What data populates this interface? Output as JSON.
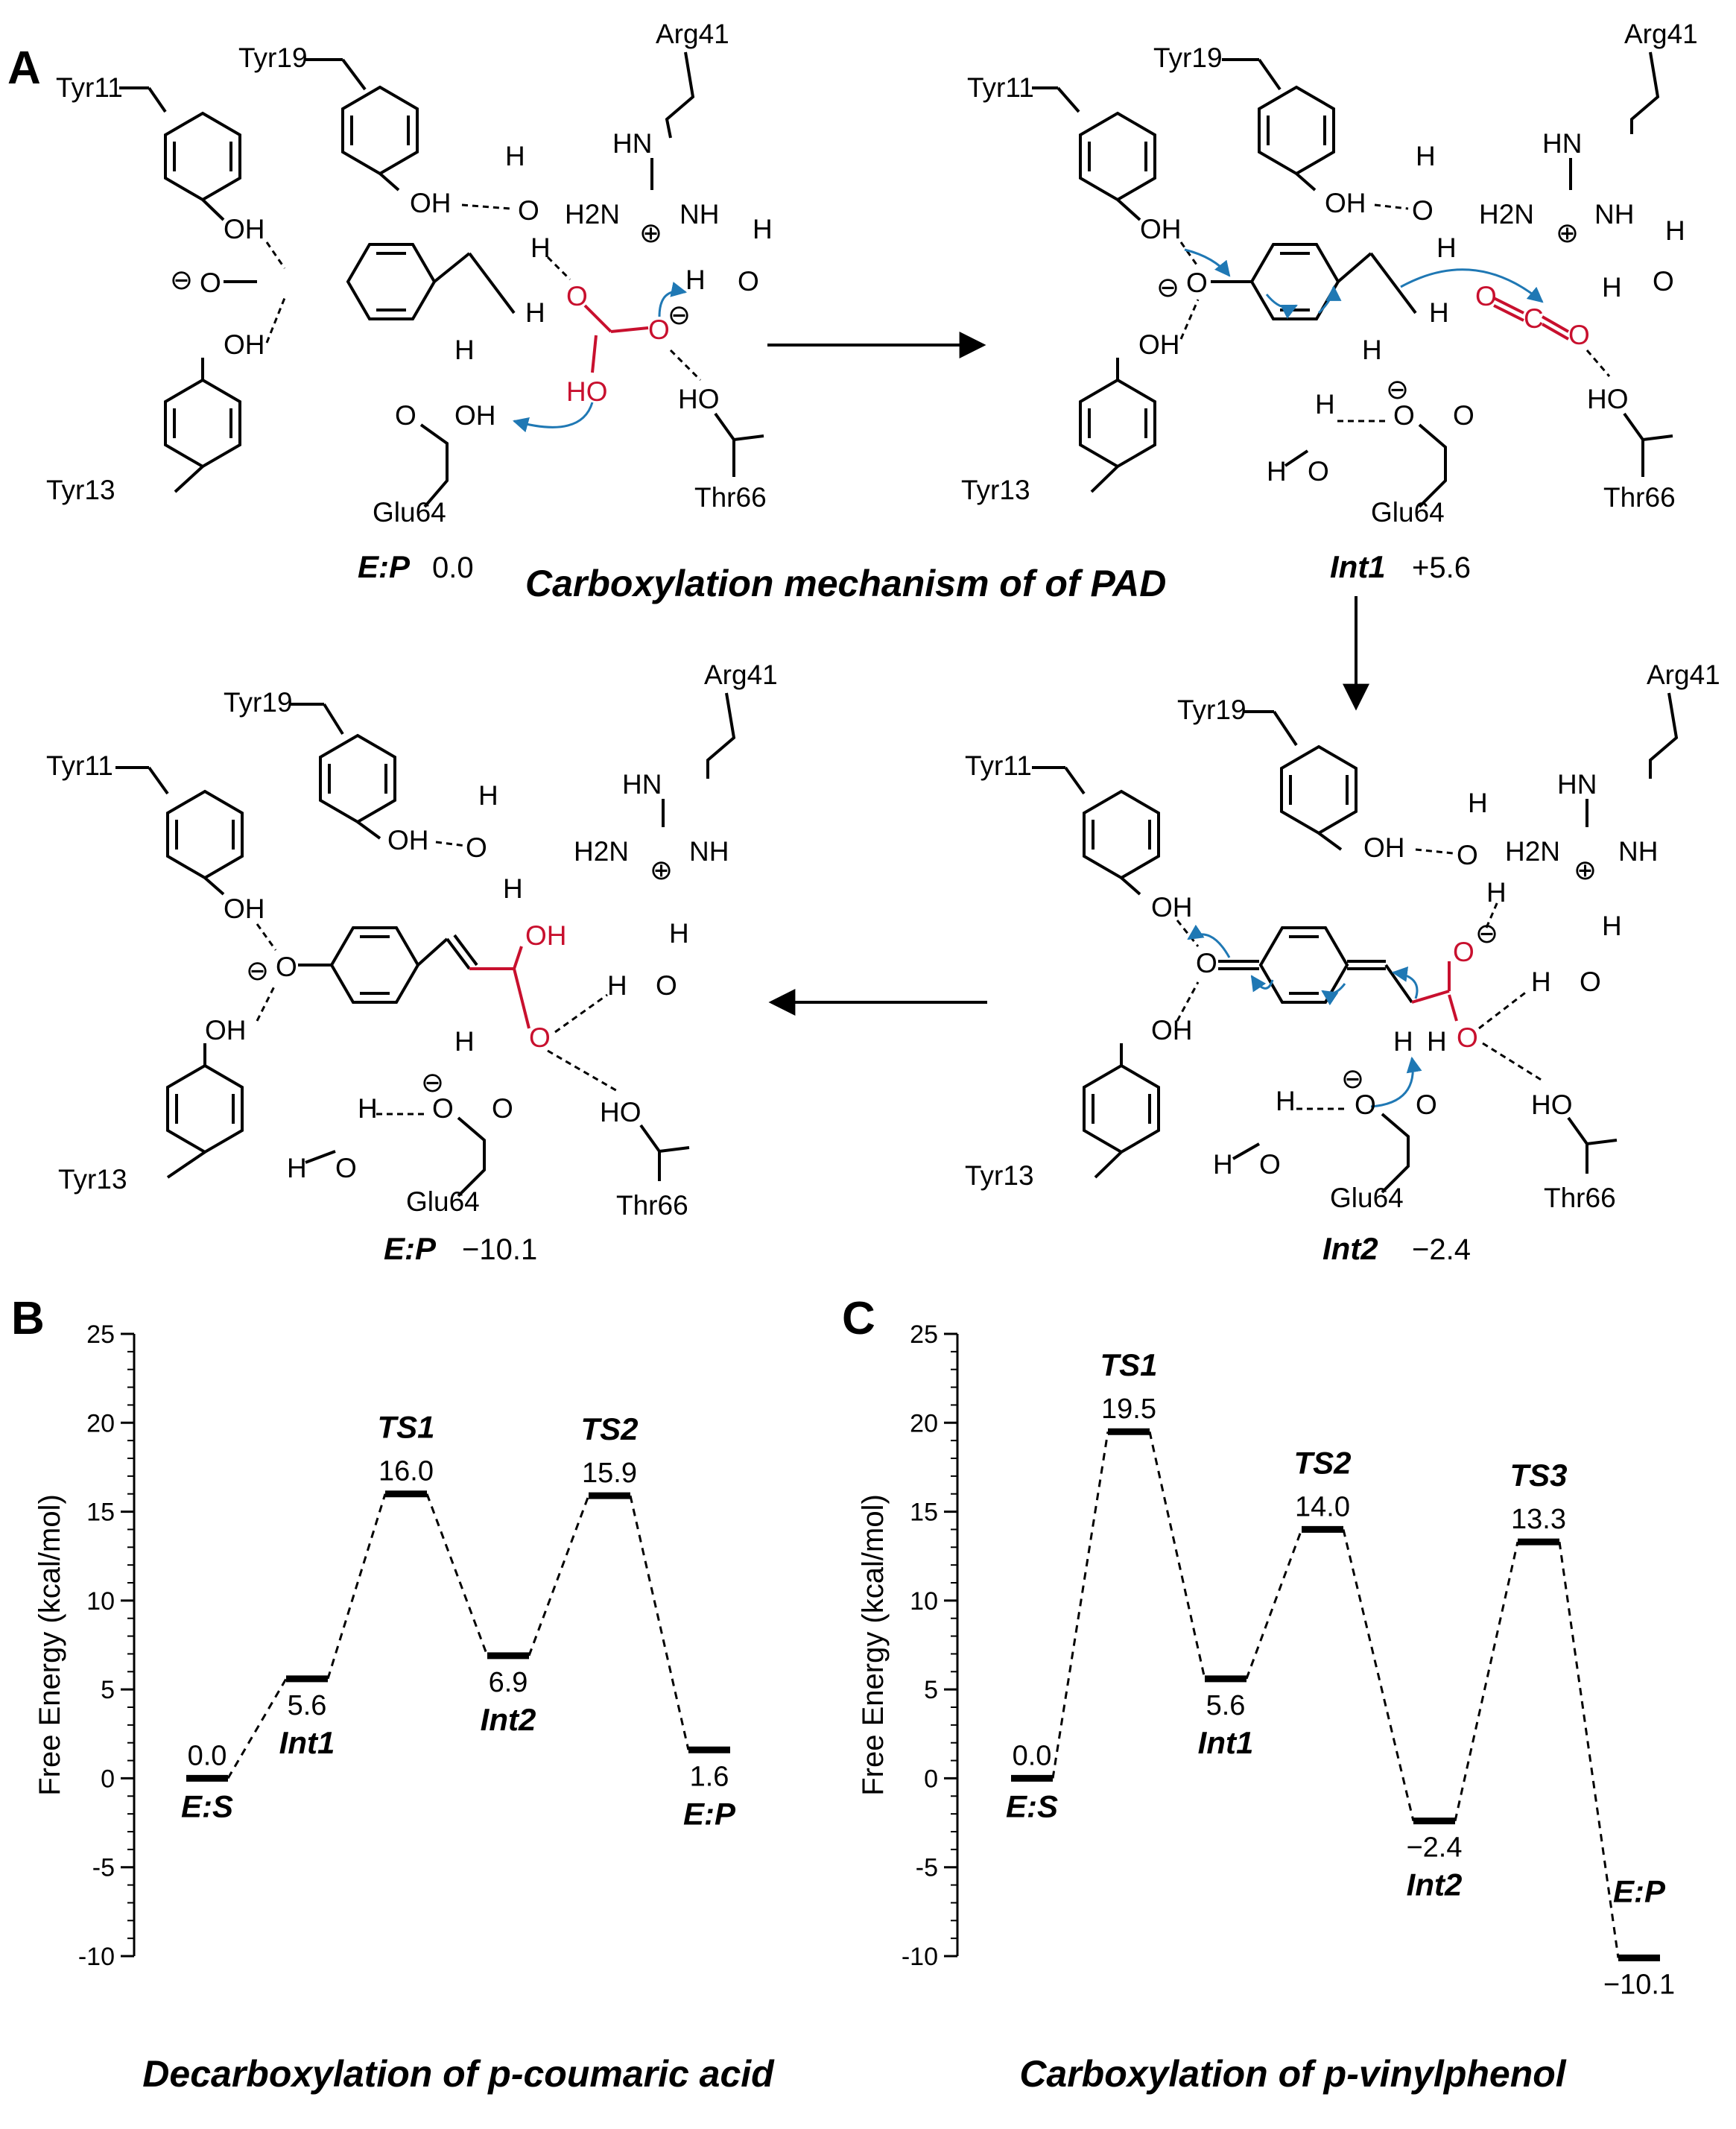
{
  "panels": {
    "a": "A",
    "b": "B",
    "c": "C"
  },
  "scheme": {
    "title": "Carboxylation mechanism of of PAD",
    "states": [
      {
        "name": "E:P",
        "energy": "0.0"
      },
      {
        "name": "Int1",
        "energy": "+5.6"
      },
      {
        "name": "Int2",
        "energy": "−2.4"
      },
      {
        "name": "E:P",
        "energy": "−10.1"
      }
    ],
    "residues": [
      "Tyr11",
      "Tyr13",
      "Tyr19",
      "Arg41",
      "Glu64",
      "Thr66"
    ],
    "atoms": {
      "oh": "OH",
      "o": "O",
      "h": "H",
      "hn": "HN",
      "nh": "NH",
      "h2n": "H2N",
      "ho": "HO",
      "c": "C",
      "plus": "⊕",
      "minus": "⊖"
    }
  },
  "icons": {
    "reaction_arrow": "arrow-icon",
    "curved_arrow": "curved-arrow-icon"
  },
  "colors": {
    "highlight": "#c8102e",
    "electron_arrow": "#1f78b4"
  },
  "chart_data": [
    {
      "type": "line",
      "title": "Decarboxylation of p-coumaric acid",
      "xlabel": "",
      "ylabel": "Free Energy (kcal/mol)",
      "ylim": [
        -10,
        25
      ],
      "yticks": [
        "25",
        "20",
        "15",
        "10",
        "5",
        "0",
        "-5",
        "-10"
      ],
      "grid": false,
      "points": [
        {
          "name": "E:S",
          "value": 0.0,
          "label": "0.0"
        },
        {
          "name": "Int1",
          "value": 5.6,
          "label": "5.6"
        },
        {
          "name": "TS1",
          "value": 16.0,
          "label": "16.0"
        },
        {
          "name": "Int2",
          "value": 6.9,
          "label": "6.9"
        },
        {
          "name": "TS2",
          "value": 15.9,
          "label": "15.9"
        },
        {
          "name": "E:P",
          "value": 1.6,
          "label": "1.6"
        }
      ]
    },
    {
      "type": "line",
      "title": "Carboxylation of p-vinylphenol",
      "xlabel": "",
      "ylabel": "Free Energy (kcal/mol)",
      "ylim": [
        -10,
        25
      ],
      "yticks": [
        "25",
        "20",
        "15",
        "10",
        "5",
        "0",
        "-5",
        "-10"
      ],
      "grid": false,
      "points": [
        {
          "name": "E:S",
          "value": 0.0,
          "label": "0.0"
        },
        {
          "name": "TS1",
          "value": 19.5,
          "label": "19.5"
        },
        {
          "name": "Int1",
          "value": 5.6,
          "label": "5.6"
        },
        {
          "name": "TS2",
          "value": 14.0,
          "label": "14.0"
        },
        {
          "name": "Int2",
          "value": -2.4,
          "label": "−2.4"
        },
        {
          "name": "TS3",
          "value": 13.3,
          "label": "13.3"
        },
        {
          "name": "E:P",
          "value": -10.1,
          "label": "−10.1"
        }
      ]
    }
  ]
}
